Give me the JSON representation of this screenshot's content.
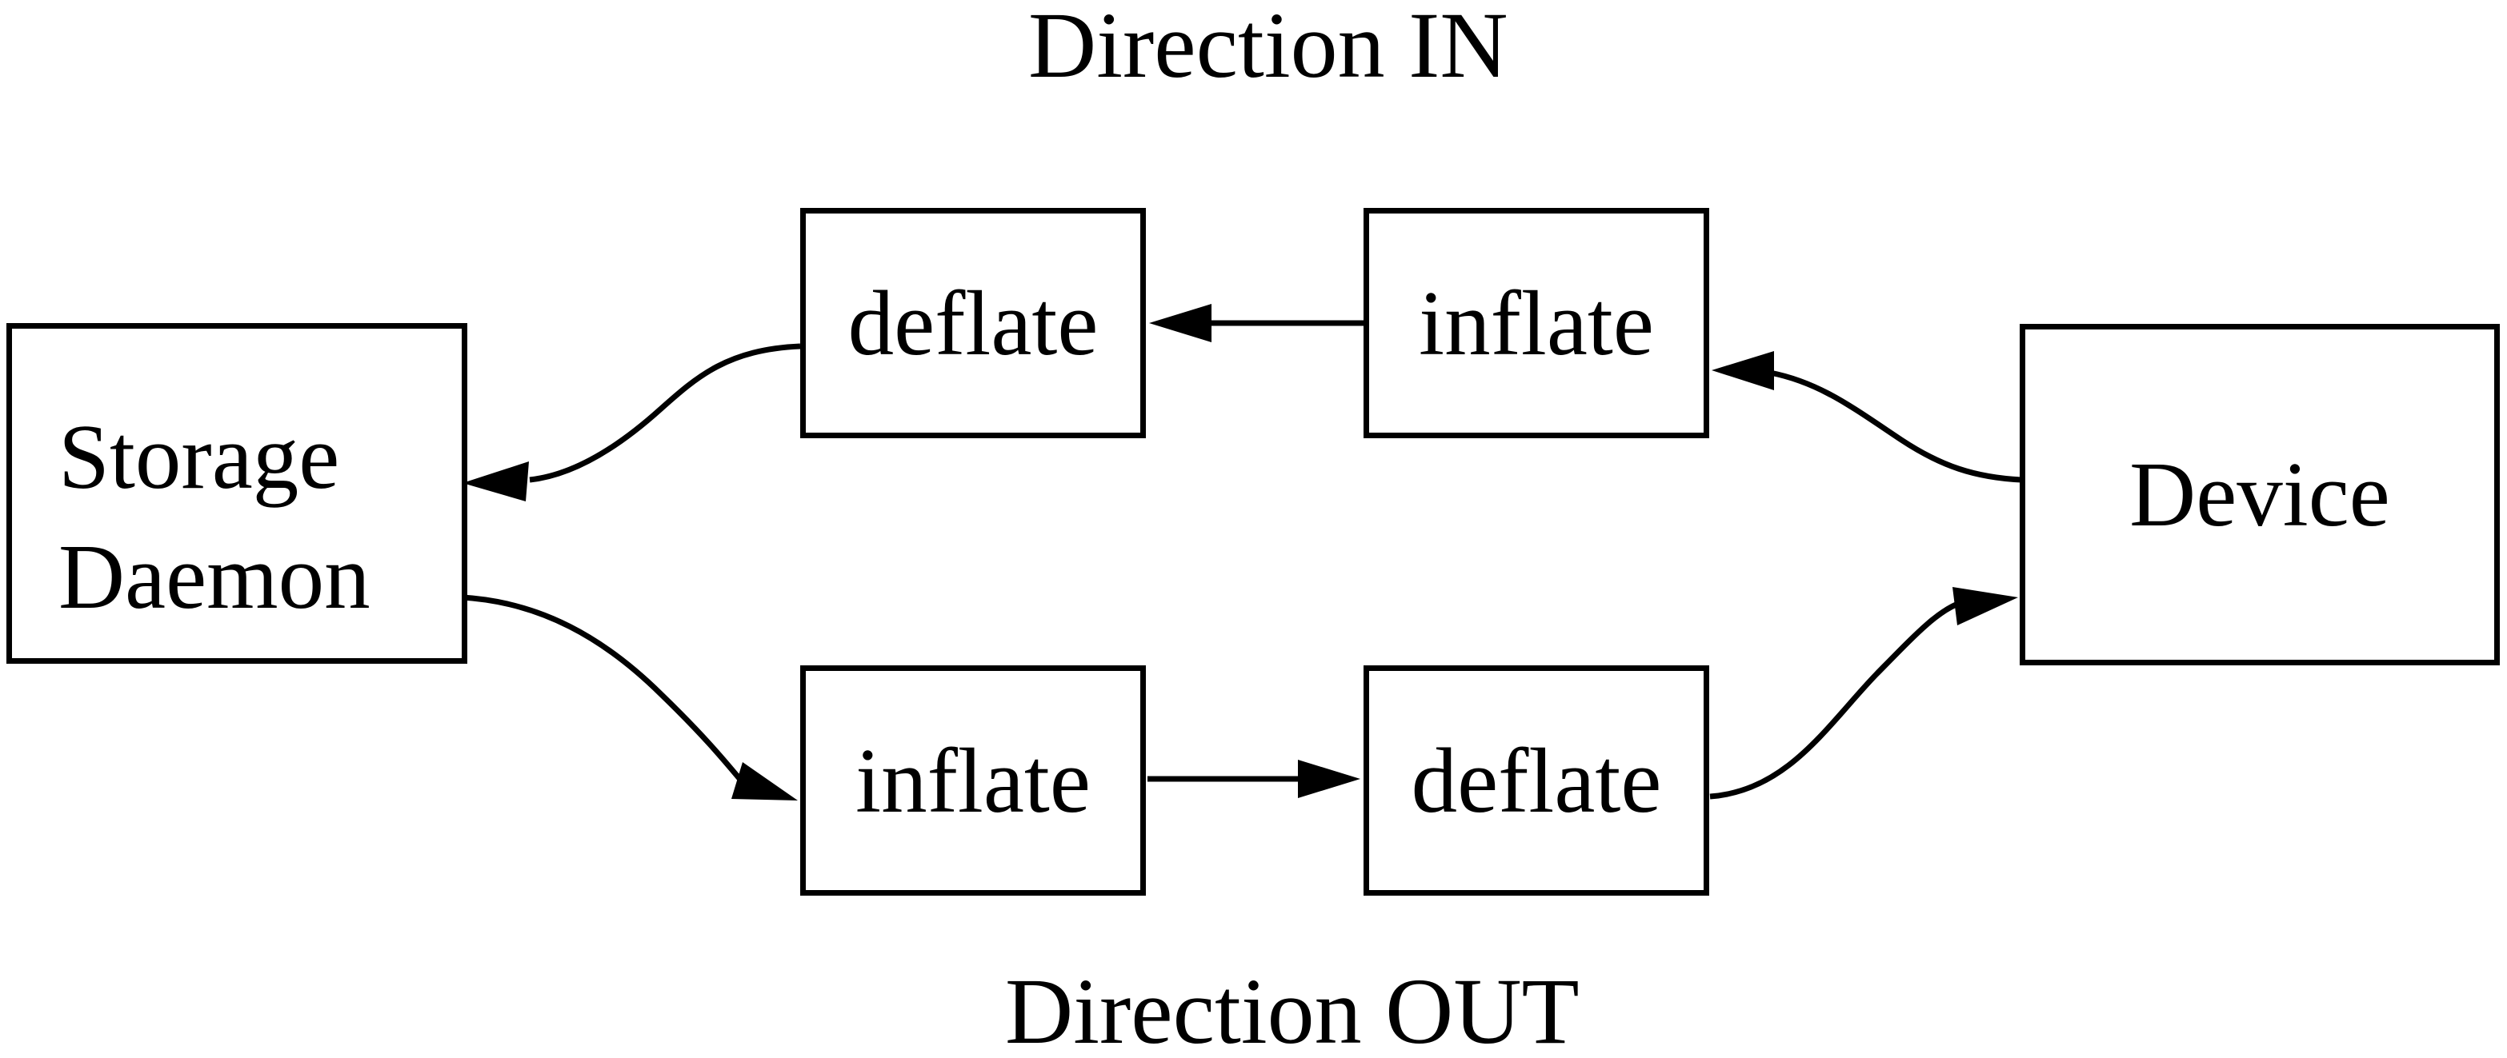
{
  "titles": {
    "direction_in": "Direction IN",
    "direction_out": "Direction OUT"
  },
  "nodes": {
    "storage_daemon": {
      "lines": [
        "Storage",
        "Daemon"
      ]
    },
    "top_deflate": {
      "label": "deflate"
    },
    "top_inflate": {
      "label": "inflate"
    },
    "bottom_inflate": {
      "label": "inflate"
    },
    "bottom_deflate": {
      "label": "deflate"
    },
    "device": {
      "label": "Device"
    }
  },
  "edges": [
    {
      "id": "device-to-top-inflate",
      "from": "device",
      "to": "top_inflate",
      "group": "Direction IN"
    },
    {
      "id": "top-inflate-to-top-deflate",
      "from": "top_inflate",
      "to": "top_deflate",
      "group": "Direction IN"
    },
    {
      "id": "top-deflate-to-storage-daemon",
      "from": "top_deflate",
      "to": "storage_daemon",
      "group": "Direction IN"
    },
    {
      "id": "storage-daemon-to-bottom-inflate",
      "from": "storage_daemon",
      "to": "bottom_inflate",
      "group": "Direction OUT"
    },
    {
      "id": "bottom-inflate-to-bottom-deflate",
      "from": "bottom_inflate",
      "to": "bottom_deflate",
      "group": "Direction OUT"
    },
    {
      "id": "bottom-deflate-to-device",
      "from": "bottom_deflate",
      "to": "device",
      "group": "Direction OUT"
    }
  ],
  "colors": {
    "ink": "#000000",
    "background": "#ffffff"
  }
}
